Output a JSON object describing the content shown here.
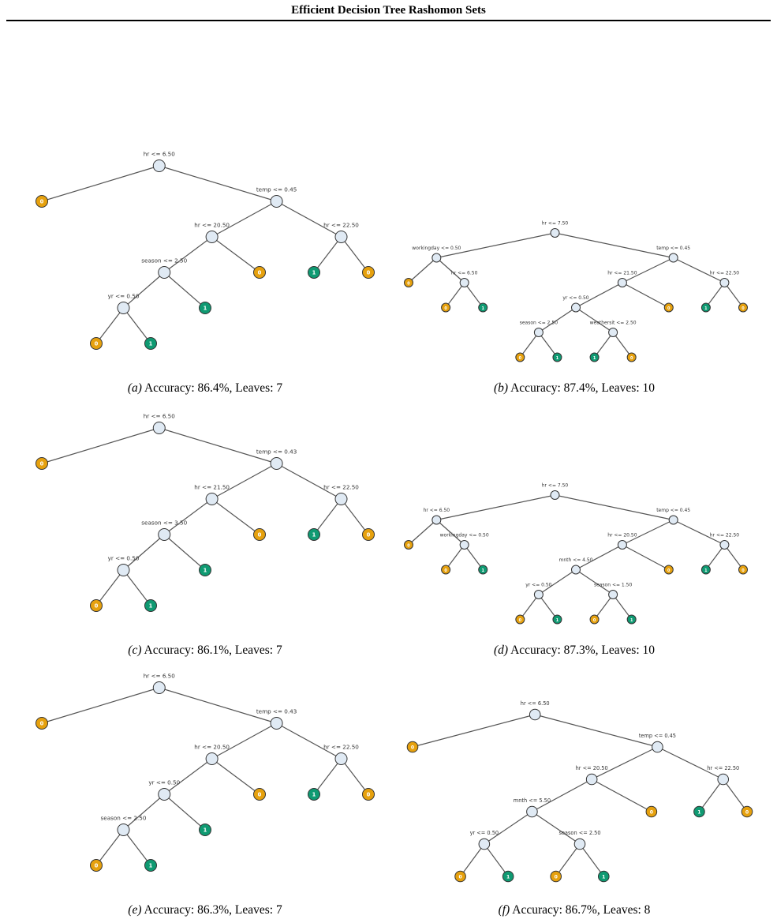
{
  "header": {
    "title": "Efficient Decision Tree Rashomon Sets"
  },
  "colors": {
    "internal_fill": "#e0eaf4",
    "leaf0": "#e6a10e",
    "leaf1": "#0f9a72",
    "edge": "#555555"
  },
  "panels": [
    {
      "caption": {
        "tag": "(a)",
        "text": "Accuracy: 86.4%, Leaves: 7"
      },
      "tree": {
        "split": "hr <= 6.50",
        "left": {
          "leaf": "0"
        },
        "right": {
          "split": "temp <= 0.45",
          "left": {
            "split": "hr <= 20.50",
            "left": {
              "split": "season <= 2.50",
              "left": {
                "split": "yr <= 0.50",
                "left": {
                  "leaf": "0"
                },
                "right": {
                  "leaf": "1"
                }
              },
              "right": {
                "leaf": "1"
              }
            },
            "right": {
              "leaf": "0"
            }
          },
          "right": {
            "split": "hr <= 22.50",
            "left": {
              "leaf": "1"
            },
            "right": {
              "leaf": "0"
            }
          }
        }
      }
    },
    {
      "caption": {
        "tag": "(b)",
        "text": "Accuracy: 87.4%, Leaves: 10"
      },
      "tree": {
        "split": "hr <= 7.50",
        "left": {
          "split": "workingday <= 0.50",
          "left": {
            "leaf": "0"
          },
          "right": {
            "split": "hr <= 6.50",
            "left": {
              "leaf": "0"
            },
            "right": {
              "leaf": "1"
            }
          }
        },
        "right": {
          "split": "temp <= 0.45",
          "left": {
            "split": "hr <= 21.50",
            "left": {
              "split": "yr <= 0.50",
              "left": {
                "split": "season <= 2.50",
                "left": {
                  "leaf": "0"
                },
                "right": {
                  "leaf": "1"
                }
              },
              "right": {
                "split": "weathersit <= 2.50",
                "left": {
                  "leaf": "1"
                },
                "right": {
                  "leaf": "0"
                }
              }
            },
            "right": {
              "leaf": "0"
            }
          },
          "right": {
            "split": "hr <= 22.50",
            "left": {
              "leaf": "1"
            },
            "right": {
              "leaf": "0"
            }
          }
        }
      }
    },
    {
      "caption": {
        "tag": "(c)",
        "text": "Accuracy: 86.1%, Leaves: 7"
      },
      "tree": {
        "split": "hr <= 6.50",
        "left": {
          "leaf": "0"
        },
        "right": {
          "split": "temp <= 0.43",
          "left": {
            "split": "hr <= 21.50",
            "left": {
              "split": "season <= 3.50",
              "left": {
                "split": "yr <= 0.50",
                "left": {
                  "leaf": "0"
                },
                "right": {
                  "leaf": "1"
                }
              },
              "right": {
                "leaf": "1"
              }
            },
            "right": {
              "leaf": "0"
            }
          },
          "right": {
            "split": "hr <= 22.50",
            "left": {
              "leaf": "1"
            },
            "right": {
              "leaf": "0"
            }
          }
        }
      }
    },
    {
      "caption": {
        "tag": "(d)",
        "text": "Accuracy: 87.3%, Leaves: 10"
      },
      "tree": {
        "split": "hr <= 7.50",
        "left": {
          "split": "hr <= 6.50",
          "left": {
            "leaf": "0"
          },
          "right": {
            "split": "workingday <= 0.50",
            "left": {
              "leaf": "0"
            },
            "right": {
              "leaf": "1"
            }
          }
        },
        "right": {
          "split": "temp <= 0.45",
          "left": {
            "split": "hr <= 20.50",
            "left": {
              "split": "mnth <= 4.50",
              "left": {
                "split": "yr <= 0.50",
                "left": {
                  "leaf": "0"
                },
                "right": {
                  "leaf": "1"
                }
              },
              "right": {
                "split": "season <= 1.50",
                "left": {
                  "leaf": "0"
                },
                "right": {
                  "leaf": "1"
                }
              }
            },
            "right": {
              "leaf": "0"
            }
          },
          "right": {
            "split": "hr <= 22.50",
            "left": {
              "leaf": "1"
            },
            "right": {
              "leaf": "0"
            }
          }
        }
      }
    },
    {
      "caption": {
        "tag": "(e)",
        "text": "Accuracy: 86.3%, Leaves: 7"
      },
      "tree": {
        "split": "hr <= 6.50",
        "left": {
          "leaf": "0"
        },
        "right": {
          "split": "temp <= 0.43",
          "left": {
            "split": "hr <= 20.50",
            "left": {
              "split": "yr <= 0.50",
              "left": {
                "split": "season <= 2.50",
                "left": {
                  "leaf": "0"
                },
                "right": {
                  "leaf": "1"
                }
              },
              "right": {
                "leaf": "1"
              }
            },
            "right": {
              "leaf": "0"
            }
          },
          "right": {
            "split": "hr <= 22.50",
            "left": {
              "leaf": "1"
            },
            "right": {
              "leaf": "0"
            }
          }
        }
      }
    },
    {
      "caption": {
        "tag": "(f)",
        "text": "Accuracy: 86.7%, Leaves: 8"
      },
      "tree": {
        "split": "hr <= 6.50",
        "left": {
          "leaf": "0"
        },
        "right": {
          "split": "temp <= 0.45",
          "left": {
            "split": "hr <= 20.50",
            "left": {
              "split": "mnth <= 5.50",
              "left": {
                "split": "yr <= 0.50",
                "left": {
                  "leaf": "0"
                },
                "right": {
                  "leaf": "1"
                }
              },
              "right": {
                "split": "season <= 2.50",
                "left": {
                  "leaf": "0"
                },
                "right": {
                  "leaf": "1"
                }
              }
            },
            "right": {
              "leaf": "0"
            }
          },
          "right": {
            "split": "hr <= 22.50",
            "left": {
              "leaf": "1"
            },
            "right": {
              "leaf": "0"
            }
          }
        }
      }
    }
  ]
}
